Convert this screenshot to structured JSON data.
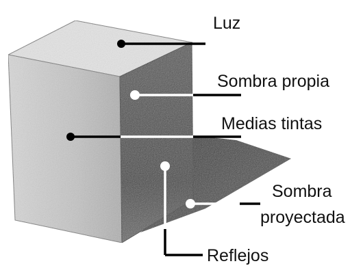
{
  "labels": {
    "luz": "Luz",
    "sombra_propia": "Sombra propia",
    "medias_tintas": "Medias tintas",
    "sombra_proyectada_line1": "Sombra",
    "sombra_proyectada_line2": "proyectada",
    "reflejos": "Reflejos"
  },
  "colors": {
    "background": "#ffffff",
    "ink": "#111111",
    "lit_face": "#e6e6e6",
    "front_face": "#c9c9c9",
    "shadow_face": "#4a4a4a",
    "cast_shadow": "#3a3a3a"
  }
}
